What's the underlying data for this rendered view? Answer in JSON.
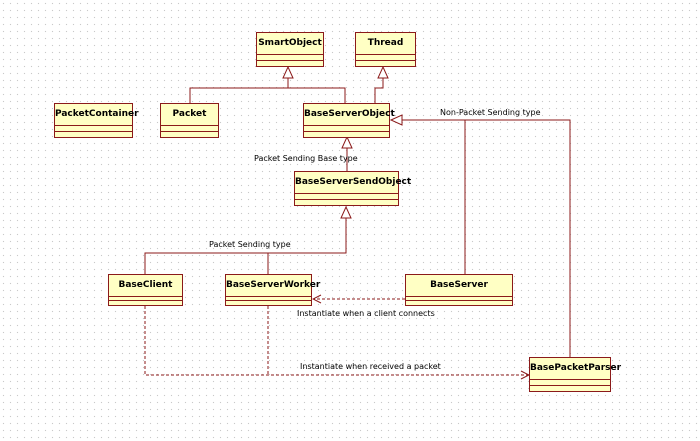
{
  "classes": {
    "smart_object": "SmartObject",
    "thread": "Thread",
    "packet_container": "PacketContainer",
    "packet": "Packet",
    "base_server_object": "BaseServerObject",
    "base_server_send_object": "BaseServerSendObject",
    "base_client": "BaseClient",
    "base_server_worker": "BaseServerWorker",
    "base_server": "BaseServer",
    "base_packet_parser": "BasePacketParser"
  },
  "labels": {
    "non_packet_sending": "Non-Packet Sending type",
    "packet_sending_base": "Packet Sending Base type",
    "packet_sending": "Packet Sending type",
    "instantiate_client": "Instantiate when a client connects",
    "instantiate_packet": "Instantiate when received a packet"
  },
  "colors": {
    "box_fill": "#ffffc4",
    "border": "#8b1a1a",
    "line": "#8b1a1a"
  }
}
